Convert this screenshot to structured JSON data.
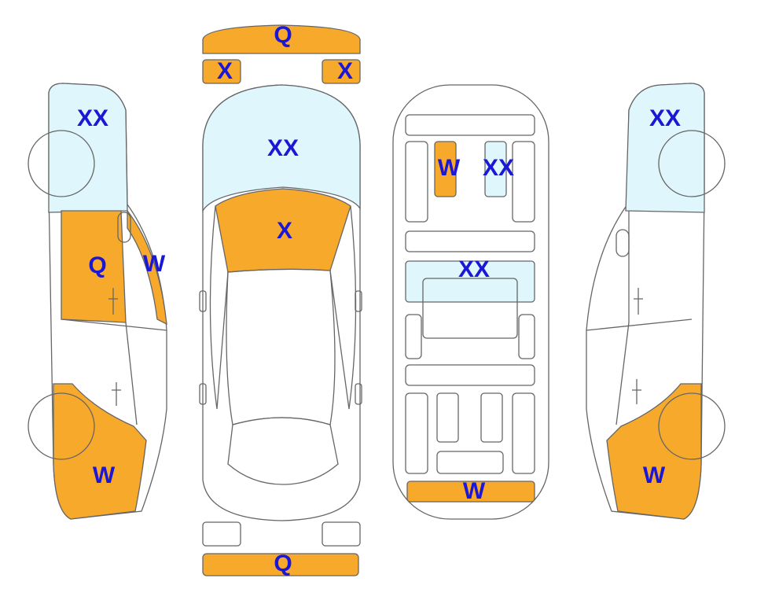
{
  "colors": {
    "severe": "#f7a92c",
    "light": "#dff6fc",
    "none": "#ffffff",
    "outline": "#666666",
    "mark_text": "#1a17d6"
  },
  "marks": {
    "front_bumper": "Q",
    "headlight_left": "X",
    "headlight_right": "X",
    "windshield": "XX",
    "hood": "X",
    "rear_bumper": "Q",
    "left_side_front": "XX",
    "left_side_door": "Q",
    "left_side_pillar": "W",
    "left_side_rear": "W",
    "right_side_front": "XX",
    "right_side_rear": "W",
    "interior_seat": "W",
    "interior_seat_2": "XX",
    "interior_console": "XX",
    "interior_rear": "W"
  }
}
